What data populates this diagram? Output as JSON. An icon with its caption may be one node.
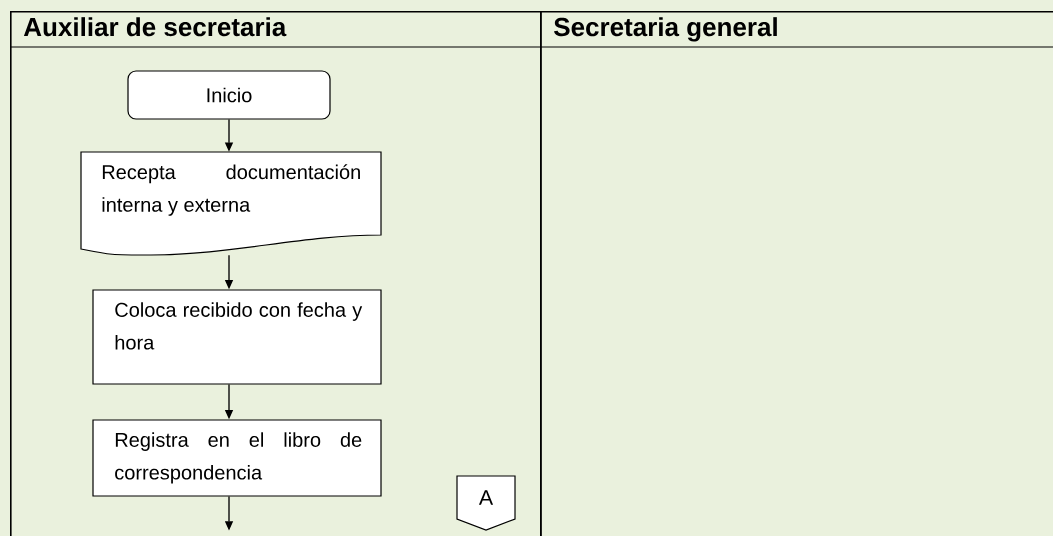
{
  "diagram": {
    "nodes": [
      {
        "text": [
          "Auxiliar de secretaria"
        ]
      },
      {
        "text": [
          "Secretaria general"
        ]
      },
      {
        "text": [
          "Inicio"
        ],
        "in": 0
      },
      {
        "text": [
          "Recepta documentación interna y externa"
        ],
        "in": 0
      },
      {
        "text": [
          "Coloca recibido con fecha y hora"
        ],
        "in": 0
      },
      {
        "text": [
          "Registra en el libro de correspondencia"
        ],
        "in": 0
      },
      {
        "text": [
          "A"
        ],
        "in": 0
      }
    ],
    "edges": [
      {
        "from": 2,
        "to": 3,
        "arrow": "to"
      },
      {
        "from": 3,
        "to": 4,
        "arrow": "to"
      },
      {
        "from": 4,
        "to": 5,
        "arrow": "to"
      },
      {
        "from": 5,
        "to": null,
        "arrow": "to"
      }
    ]
  }
}
